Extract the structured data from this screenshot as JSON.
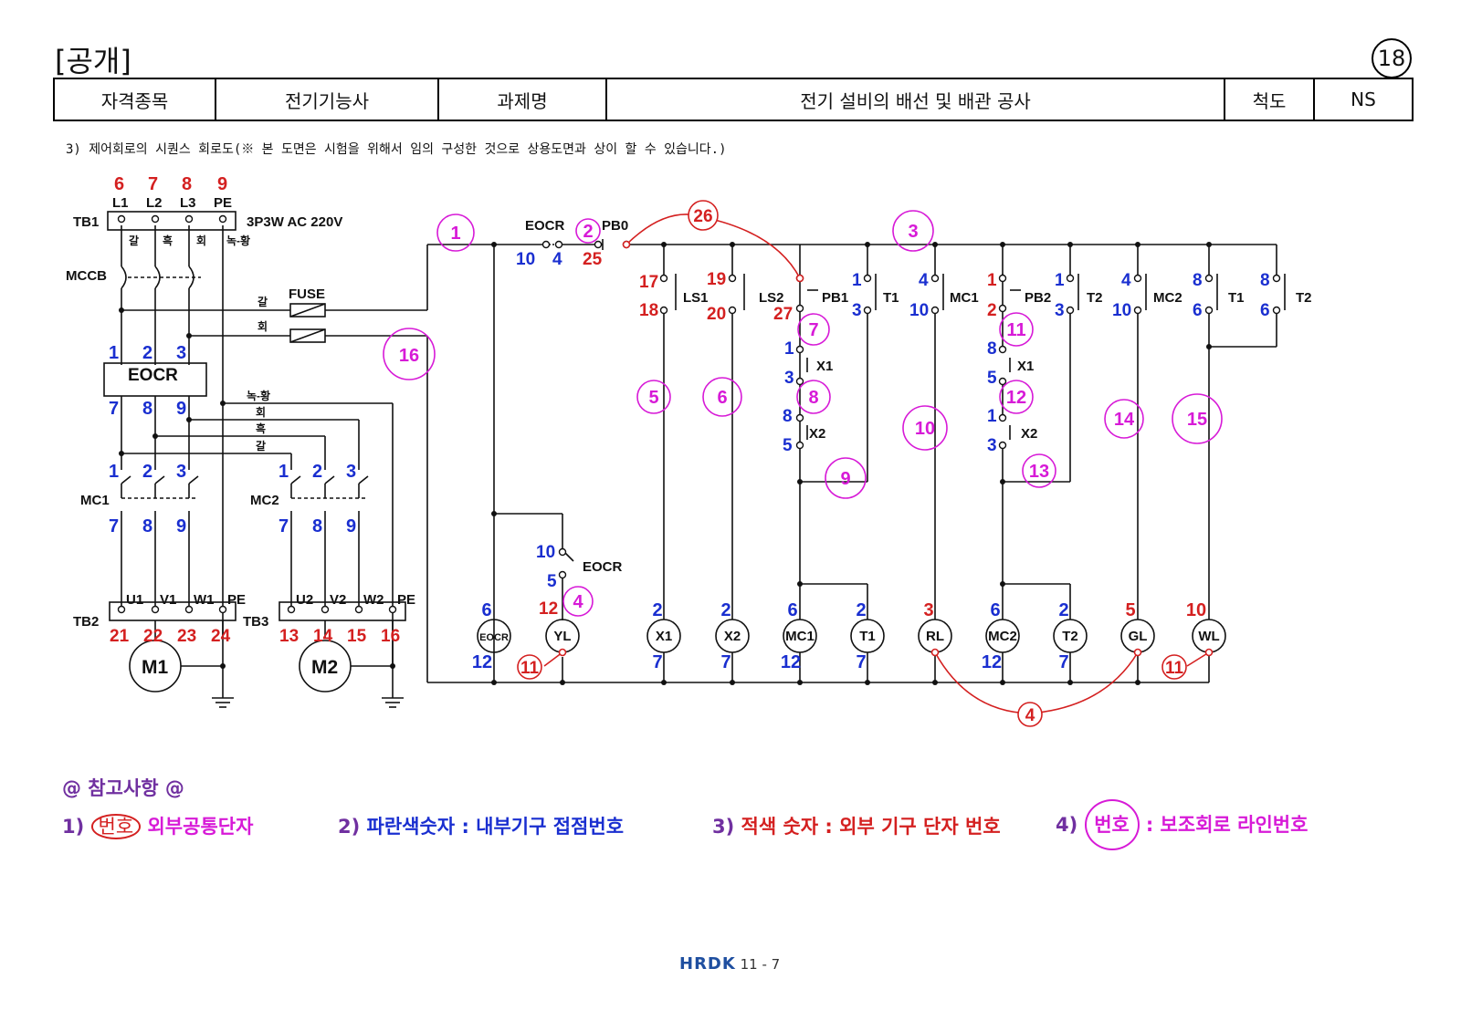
{
  "header": {
    "label": "[공개]",
    "page_no": "18"
  },
  "info_table": [
    {
      "label": "자격종목",
      "value": "전기기능사"
    },
    {
      "label": "과제명",
      "value": "전기 설비의 배선 및 배관 공사"
    },
    {
      "label": "척도",
      "value": "NS"
    }
  ],
  "note": "3) 제어회로의 시퀀스 회로도(※ 본 도면은 시험을 위해서 임의 구성한 것으로 상용도면과 상이 할 수 있습니다.)",
  "colors": {
    "red": "#d42020",
    "blue": "#1a2fd0",
    "magenta": "#d71ad7",
    "purple": "#7030a0"
  },
  "power": {
    "tb1_label": "TB1",
    "tb1_terms": [
      "6",
      "7",
      "8",
      "9"
    ],
    "tb1_phase": [
      "L1",
      "L2",
      "L3",
      "PE"
    ],
    "supply": "3P3W AC 220V",
    "wire_colors": [
      "갈",
      "흑",
      "회",
      "녹-황"
    ],
    "mccb": "MCCB",
    "fuse": "FUSE",
    "fuse_wires": [
      "갈",
      "회"
    ],
    "eocr": "EOCR",
    "eocr_in": [
      "1",
      "2",
      "3"
    ],
    "eocr_out": [
      "7",
      "8",
      "9"
    ],
    "bus_wires": [
      "녹-황",
      "회",
      "흑",
      "갈"
    ],
    "mc1": "MC1",
    "mc2": "MC2",
    "mc_in": [
      "1",
      "2",
      "3"
    ],
    "mc_out": [
      "7",
      "8",
      "9"
    ],
    "tb2": "TB2",
    "tb3": "TB3",
    "tb2_phase": [
      "U1",
      "V1",
      "W1",
      "PE"
    ],
    "tb3_phase": [
      "U2",
      "V2",
      "W2",
      "PE"
    ],
    "tb2_terms": [
      "21",
      "22",
      "23",
      "24"
    ],
    "tb3_terms": [
      "13",
      "14",
      "15",
      "16"
    ],
    "m1": "M1",
    "m2": "M2",
    "line16": "16"
  },
  "control": {
    "line_nums": [
      "1",
      "2",
      "3",
      "5",
      "6",
      "7",
      "8",
      "9",
      "10",
      "11",
      "12",
      "13",
      "14",
      "15",
      "4",
      "16"
    ],
    "ext_common": [
      "26",
      "11",
      "11",
      "4"
    ],
    "eocr_contact": {
      "label": "EOCR",
      "a": "10",
      "b": "4",
      "ext": "25"
    },
    "pb0": "PB0",
    "ls1": {
      "label": "LS1",
      "top": "17",
      "bot": "18"
    },
    "ls2": {
      "label": "LS2",
      "top": "19",
      "bot": "20",
      "ext": "27"
    },
    "pb1": "PB1",
    "pb2": "PB2",
    "t1c": {
      "label": "T1",
      "a": "1",
      "b": "3"
    },
    "mc1c": {
      "label": "MC1",
      "a": "4",
      "b": "10"
    },
    "pb2_nums": {
      "a": "1",
      "b": "2"
    },
    "t2c": {
      "label": "T2",
      "a": "1",
      "b": "3"
    },
    "mc2c": {
      "label": "MC2",
      "a": "4",
      "b": "10"
    },
    "t1t": {
      "label": "T1",
      "a": "8",
      "b": "6"
    },
    "t2t": {
      "label": "T2",
      "a": "8",
      "b": "6"
    },
    "x1a": {
      "label": "X1",
      "a": "1",
      "b": "3"
    },
    "x2a": {
      "label": "X2",
      "a": "8",
      "b": "5"
    },
    "x1b": {
      "label": "X1",
      "a": "8",
      "b": "5"
    },
    "x2b": {
      "label": "X2",
      "a": "1",
      "b": "3"
    },
    "eocr_b": {
      "label": "EOCR",
      "a": "10",
      "b": "5",
      "c": "12"
    },
    "loads": [
      {
        "name": "EOCR",
        "top": "6",
        "bot": "12",
        "top_c": "blue",
        "bot_c": "blue"
      },
      {
        "name": "YL",
        "top": "",
        "bot": "",
        "top_c": "red",
        "bot_c": "blue"
      },
      {
        "name": "X1",
        "top": "2",
        "bot": "7",
        "top_c": "blue",
        "bot_c": "blue"
      },
      {
        "name": "X2",
        "top": "2",
        "bot": "7",
        "top_c": "blue",
        "bot_c": "blue"
      },
      {
        "name": "MC1",
        "top": "6",
        "bot": "12",
        "top_c": "blue",
        "bot_c": "blue"
      },
      {
        "name": "T1",
        "top": "2",
        "bot": "7",
        "top_c": "blue",
        "bot_c": "blue"
      },
      {
        "name": "RL",
        "top": "3",
        "bot": "",
        "top_c": "red",
        "bot_c": "blue"
      },
      {
        "name": "MC2",
        "top": "6",
        "bot": "12",
        "top_c": "blue",
        "bot_c": "blue"
      },
      {
        "name": "T2",
        "top": "2",
        "bot": "7",
        "top_c": "blue",
        "bot_c": "blue"
      },
      {
        "name": "GL",
        "top": "5",
        "bot": "",
        "top_c": "red",
        "bot_c": "blue"
      },
      {
        "name": "WL",
        "top": "10",
        "bot": "",
        "top_c": "red",
        "bot_c": "blue"
      }
    ]
  },
  "reference": {
    "title": "@ 참고사항 @",
    "items": [
      {
        "num": "1)",
        "circled": "번호",
        "text": "외부공통단자"
      },
      {
        "num": "2)",
        "circled": "",
        "text": "파란색숫자 : 내부기구 접점번호"
      },
      {
        "num": "3)",
        "circled": "",
        "text": "적색 숫자 : 외부 기구 단자 번호"
      },
      {
        "num": "4)",
        "circled": "번호",
        "text": ": 보조회로 라인번호"
      }
    ]
  },
  "footer": {
    "logo": "HRDK",
    "page": "11 - 7"
  }
}
